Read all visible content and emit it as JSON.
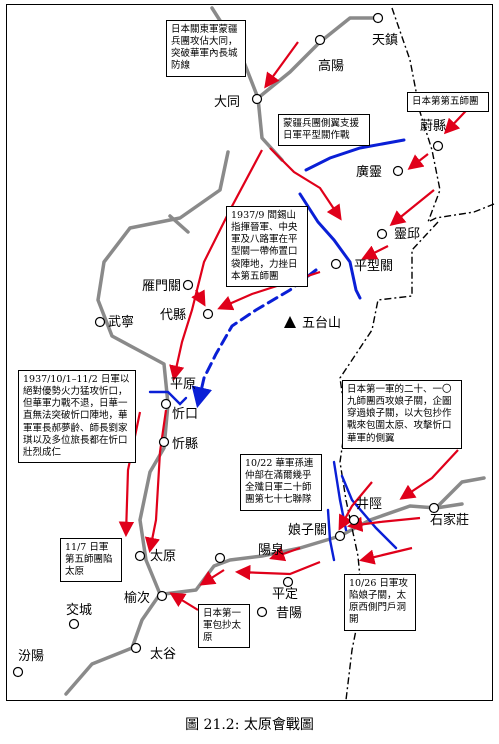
{
  "places": {
    "tianzhen": "天鎮",
    "gaoyang": "高陽",
    "datong": "大同",
    "yuxian": "蔚縣",
    "guangling": "廣靈",
    "lingqiu": "靈邱",
    "pingxingguan": "平型關",
    "yanmenguan": "雁門關",
    "daixian": "代縣",
    "wutaishan": "五台山",
    "wuning": "武寧",
    "pingyuan": "平原",
    "xinkou": "忻口",
    "xinxian": "忻縣",
    "jingxing": "井陘",
    "shijiazhuang": "石家莊",
    "niangziguan": "娘子關",
    "yangquan": "陽泉",
    "taiyuan": "太原",
    "yuci": "榆次",
    "pingding": "平定",
    "jiaocheng": "交城",
    "xiyang": "昔陽",
    "taigu": "太谷",
    "fenyang": "汾陽"
  },
  "notes": {
    "datong_attack": "日本關東軍蒙疆兵團攻佔大同，突破華軍內長城防線",
    "fifth_division": "日本第第五師團",
    "mengjiang_support": "蒙疆兵團側翼支援日軍平型關作戰",
    "pingxingguan_battle": "1937/9 閻錫山指揮晉軍、中央軍及八路軍在平型關一帶佈置口袋陣地，力挫日本第五師團",
    "xinkou_battle": "1937/10/1–11/2 日軍以絕對優勢火力猛攻忻口，但華軍力戰不退，日華一直無法突破忻口陣地，華軍軍長郝夢齡、師長劉家琪以及多位旅長都在忻口壯烈成仁",
    "first_army": "日本第一軍的二十、一〇九師團西攻娘子關，企圖穿過娘子關，以大包抄作戰來包圍太原、攻擊忻口華軍的側翼",
    "oct22": "10/22 華軍孫連仲部在滿爾幾乎全殲日軍二十師團第七十七聯隊",
    "nov7": "11/7 日軍第五師團陷太原",
    "oct26": "10/26 日軍攻陷娘子關，太原西側門戶洞開",
    "first_army_encircle": "日本第一軍包抄太原"
  },
  "caption": "圖 21.2: 太原會戰圖",
  "colors": {
    "river": "#8a8a8a",
    "japanese_advance": "#e0001a",
    "chinese_position": "#0a1fd6",
    "boundary": "#000000"
  },
  "legend_icons": {
    "mountain": "triangle-icon",
    "city": "circle-icon"
  }
}
